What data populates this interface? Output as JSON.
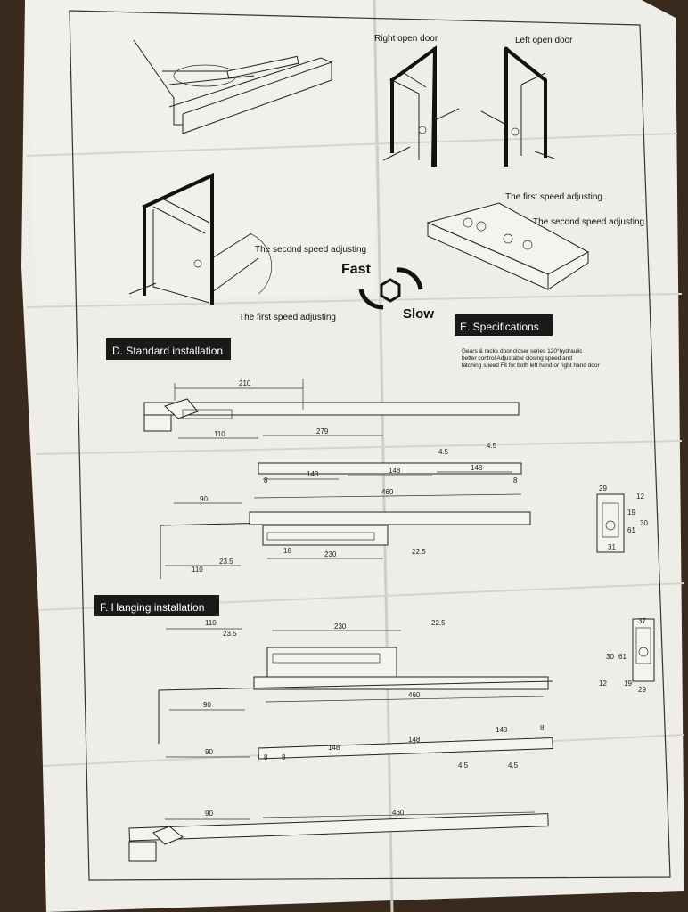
{
  "doors": {
    "right_label": "Right open door",
    "left_label": "Left open door",
    "second_speed": "The second speed adjusting",
    "first_speed": "The first speed adjusting",
    "fast": "Fast",
    "slow": "Slow",
    "first_speed_right": "The first speed adjusting",
    "second_speed_right": "The second speed adjusting"
  },
  "sections": {
    "standard_title": "D. Standard installation",
    "spec_title": "E. Specifications",
    "hanging_title": "F. Hanging installation"
  },
  "spec_text": [
    "Gears & racks door closer series 120°hydraulic",
    "better control Adjustable closing speed and",
    "latching speed Fit for both left hand or right hand door"
  ],
  "standard_dims": {
    "d210": "210",
    "d110a": "110",
    "d279": "279",
    "d4_5a": "4.5",
    "d4_5b": "4.5",
    "d8a": "8",
    "d148a": "148",
    "d148b": "148",
    "d148c": "148",
    "d8b": "8",
    "d90": "90",
    "d460": "460",
    "d110b": "110",
    "d23_5": "23.5",
    "d18": "18",
    "d230": "230",
    "d22_5": "22.5"
  },
  "side_dims_top": {
    "a": "29",
    "b": "12",
    "c": "19",
    "d": "61",
    "e": "30",
    "f": "31"
  },
  "hanging_dims": {
    "d110": "110",
    "d23_5": "23.5",
    "d230": "230",
    "d22_5": "22.5",
    "d90a": "90",
    "d460a": "460",
    "d90b": "90",
    "d8a": "8",
    "d8b": "8",
    "d148a": "148",
    "d148b": "148",
    "d148c": "148",
    "d8c": "8",
    "d4_5a": "4.5",
    "d4_5b": "4.5",
    "d90c": "90",
    "d460b": "460"
  },
  "side_dims_bottom": {
    "a": "37",
    "b": "30",
    "c": "61",
    "d": "12",
    "e": "19",
    "f": "29"
  }
}
